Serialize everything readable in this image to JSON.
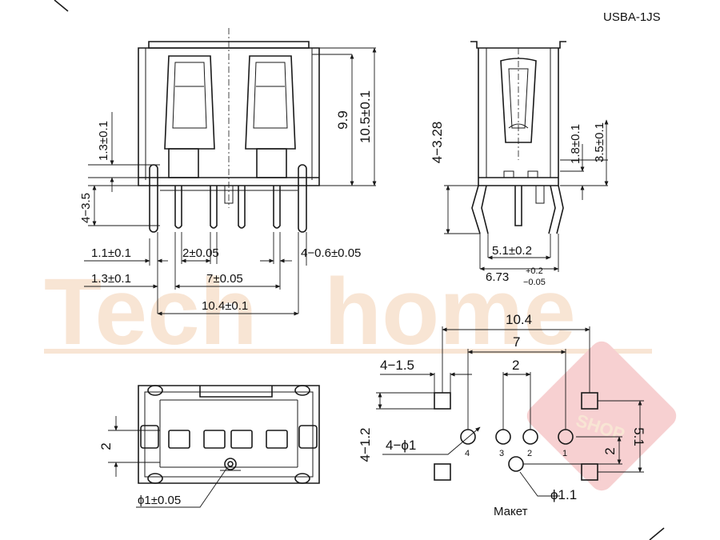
{
  "model": "USBA-1JS",
  "watermark": {
    "text_a": "Tech",
    "text_b": "home",
    "badge": "SHOP"
  },
  "front_view": {
    "h_9_9": "9.9",
    "h_10_5": "10.5±0.1",
    "h_1_3": "1.3±0.1",
    "h_4_3_5": "4−3.5",
    "w_1_1": "1.1±0.1",
    "w_2": "2±0.05",
    "w_4_0_6": "4−0.6±0.05",
    "w_1_3": "1.3±0.1",
    "w_7": "7±0.05",
    "w_10_4": "10.4±0.1"
  },
  "side_view": {
    "h_4_3_28": "4−3.28",
    "h_1_8": "1.8±0.1",
    "h_3_5": "3.5±0.1",
    "w_5_1": "5.1±0.2",
    "w_6_73_base": "6.73",
    "w_6_73_plus": "+0.2",
    "w_6_73_minus": "−0.05"
  },
  "bottom_view": {
    "h_2": "2",
    "d_1": "ϕ1±0.05"
  },
  "footprint": {
    "w_10_4": "10.4",
    "w_7": "7",
    "w_4_1_5": "4−1.5",
    "w_2": "2",
    "h_4_1_2": "4−1.2",
    "h_5_1": "5.1",
    "h_2": "2",
    "d_4_1": "4−ϕ1",
    "d_1_1": "ϕ1.1",
    "pin_labels": [
      "4",
      "3",
      "2",
      "1"
    ],
    "caption": "Макет"
  }
}
